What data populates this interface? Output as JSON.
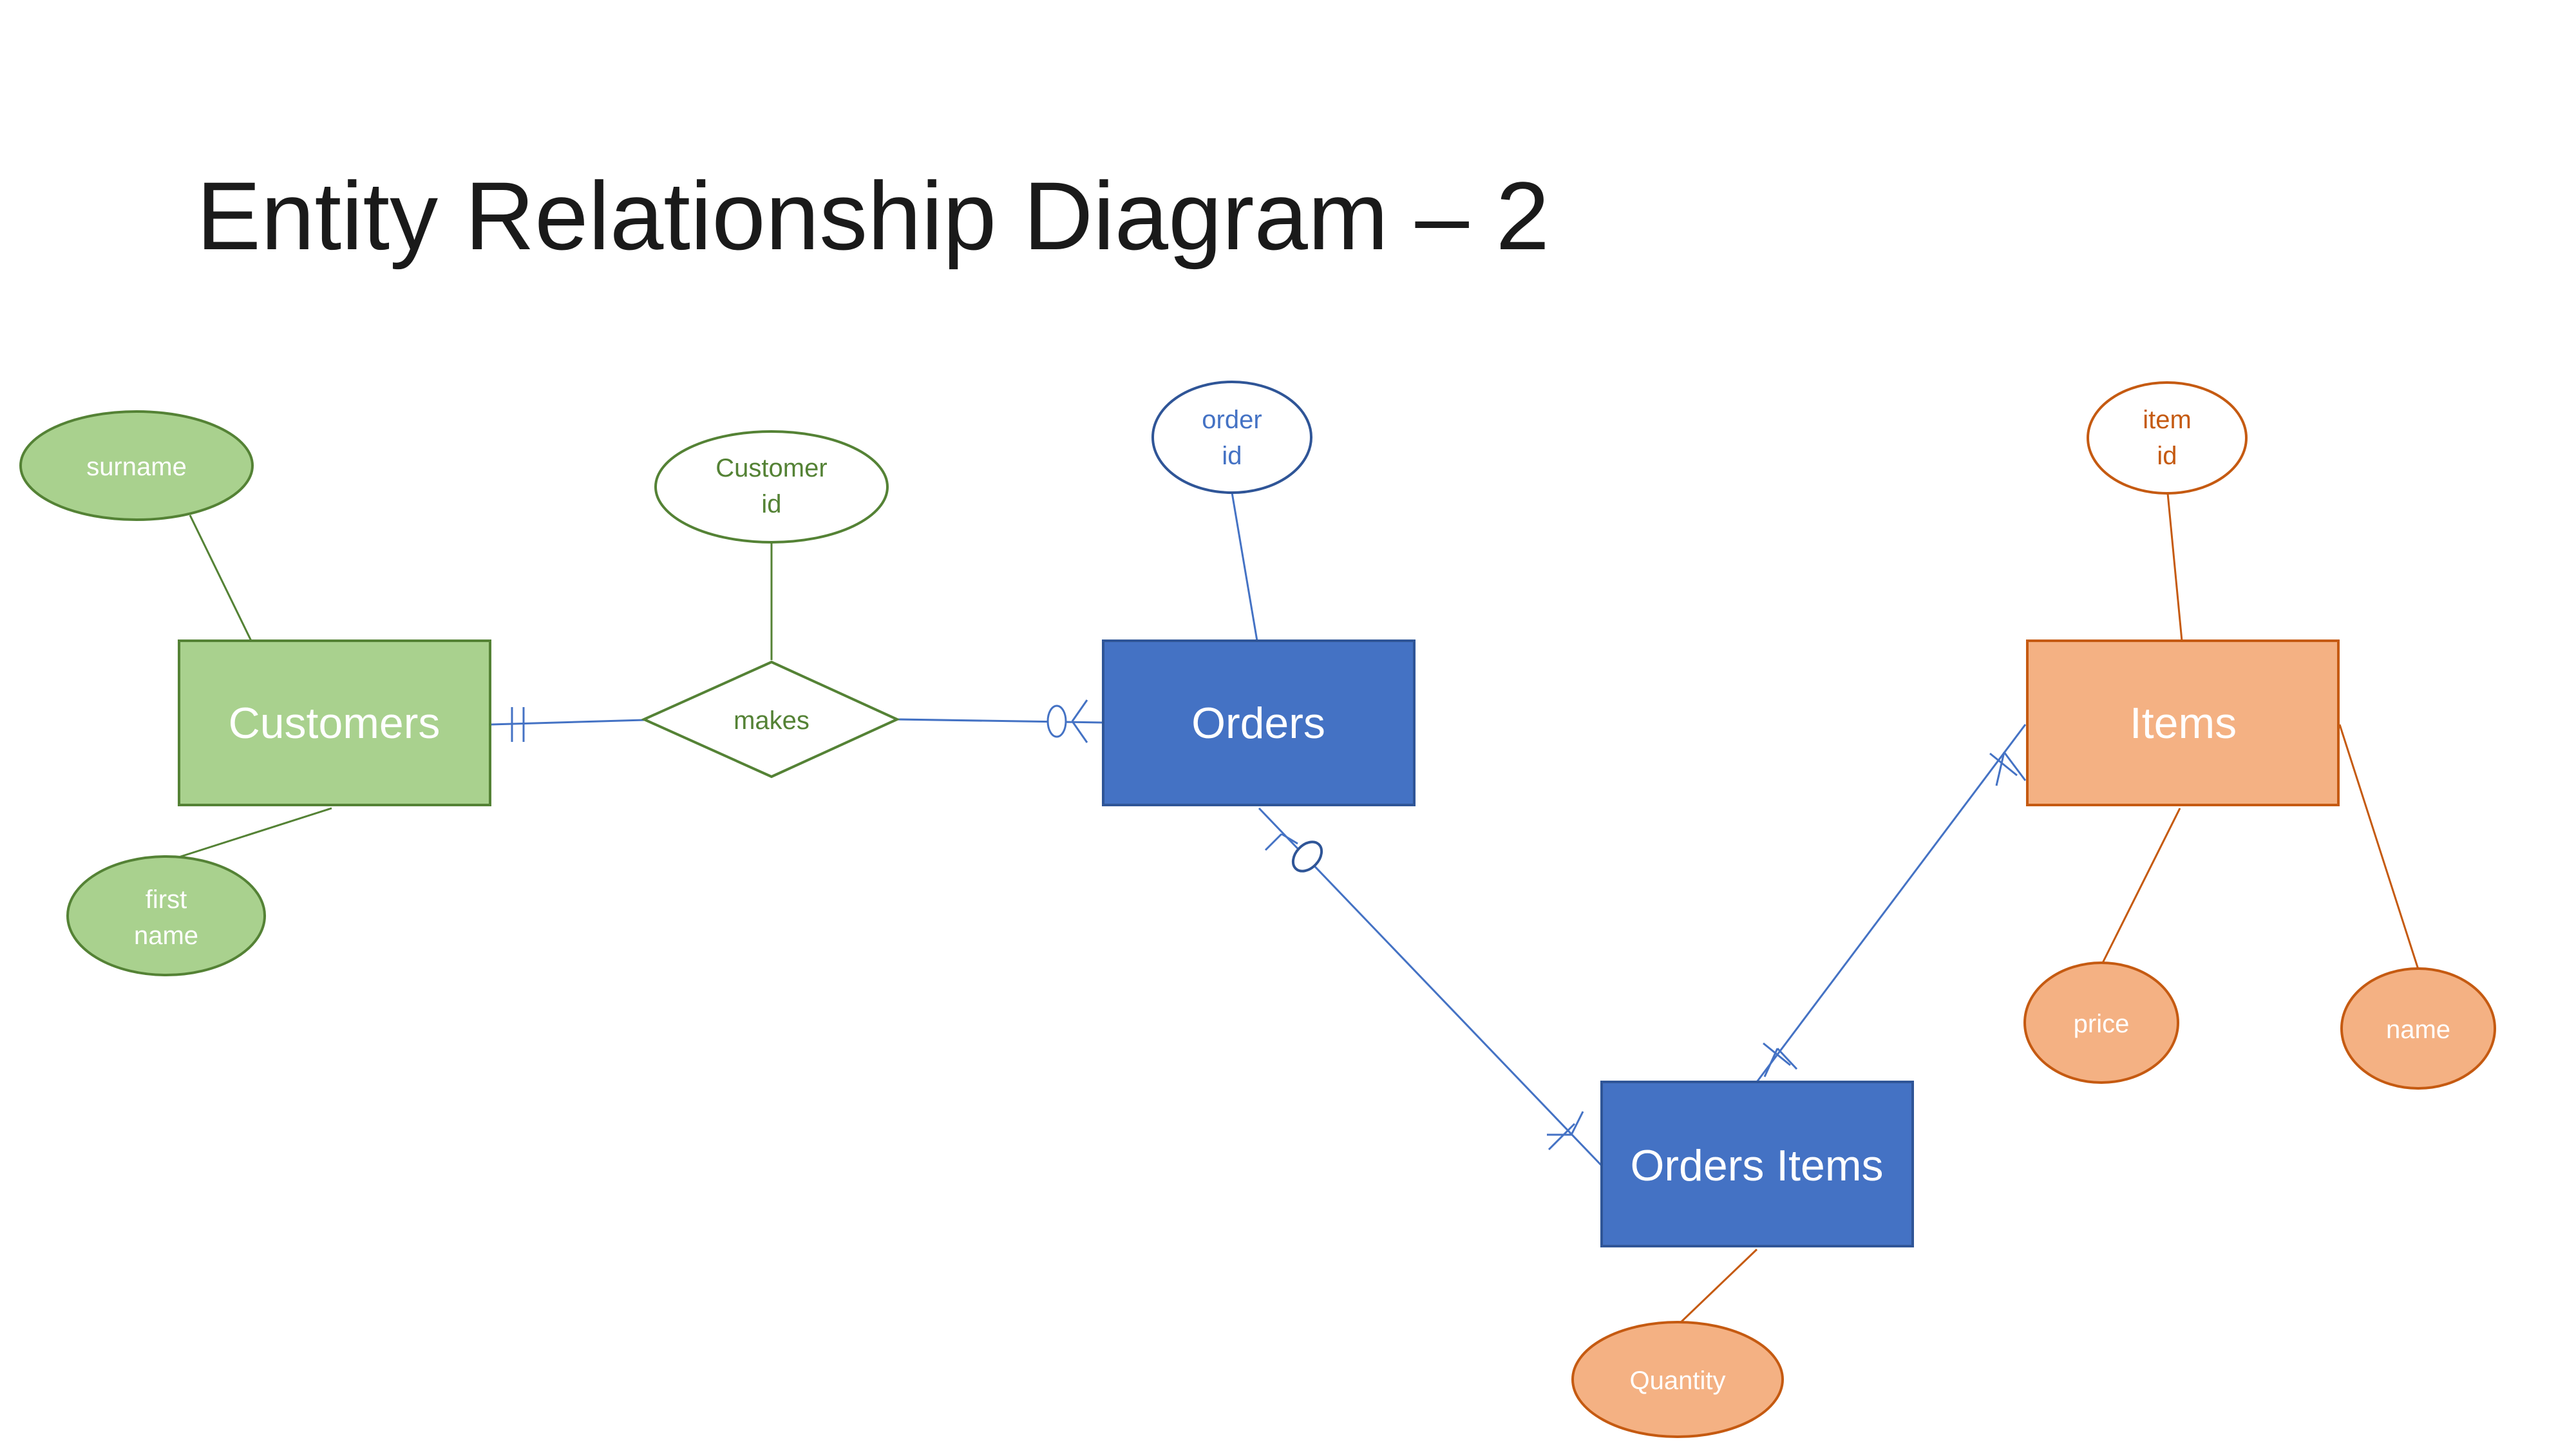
{
  "title": "Entity Relationship Diagram – 2",
  "colors": {
    "green_fill": "#a9d18e",
    "green_stroke": "#548235",
    "green_text": "#548235",
    "blue_fill": "#4472c4",
    "blue_stroke": "#2f5597",
    "blue_text": "#4472c4",
    "orange_fill": "#f4b183",
    "orange_stroke": "#c55a11",
    "orange_text": "#c55a11",
    "white_text": "#ffffff"
  },
  "entities": {
    "customers": "Customers",
    "orders": "Orders",
    "orders_items": "Orders Items",
    "items": "Items"
  },
  "relationships": {
    "makes": "makes"
  },
  "attributes": {
    "surname": "surname",
    "first_name": [
      "first",
      "name"
    ],
    "customer_id": [
      "Customer",
      "id"
    ],
    "order_id": [
      "order",
      "id"
    ],
    "item_id": [
      "item",
      "id"
    ],
    "price": "price",
    "name": "name",
    "quantity": "Quantity"
  }
}
